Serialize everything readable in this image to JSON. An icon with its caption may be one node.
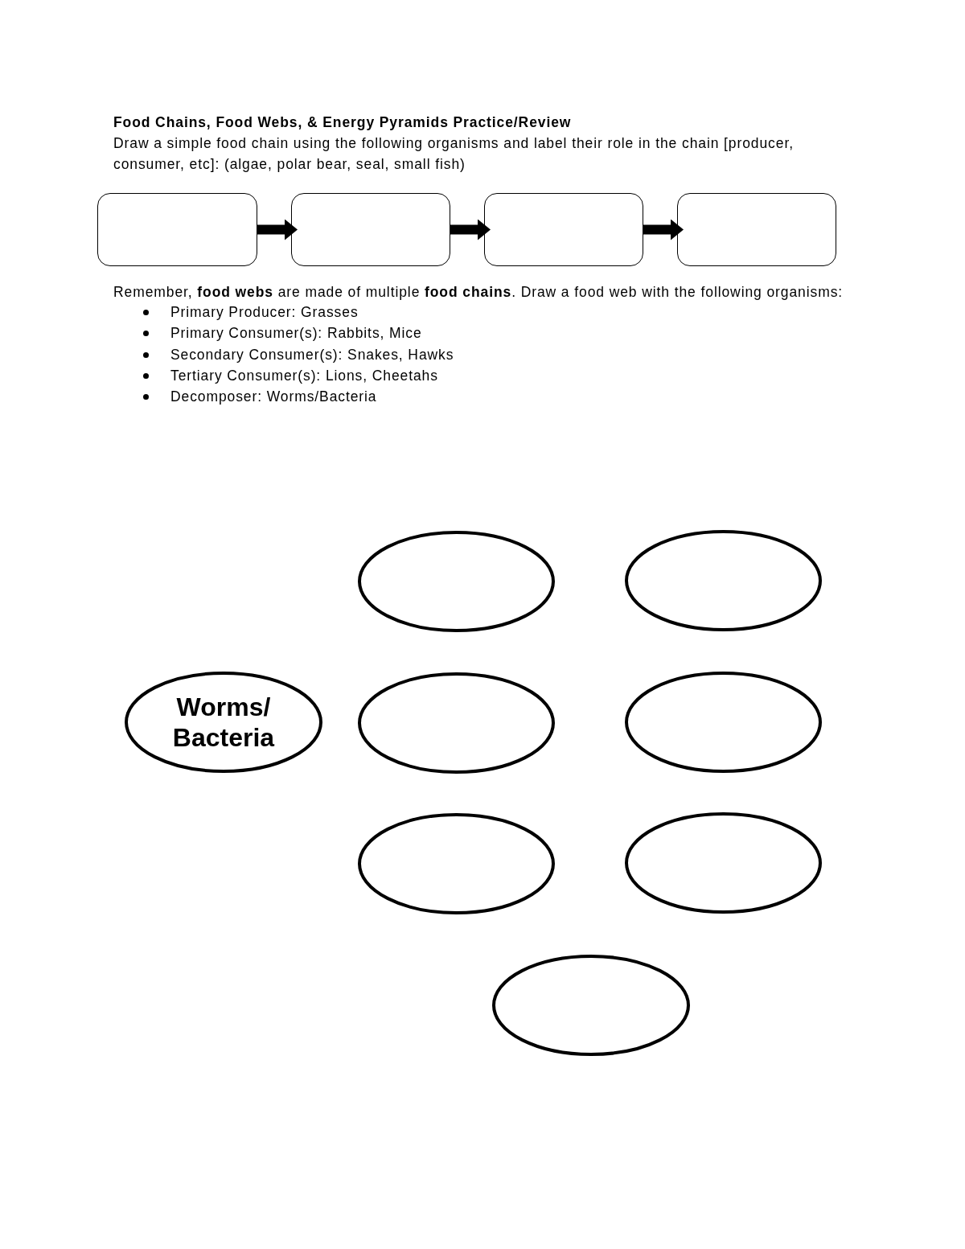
{
  "diagram": {
    "title": "Food Chains, Food Webs, & Energy Pyramids Practice/Review",
    "nodes": [
      {
        "text": [],
        "shape": "box"
      },
      {
        "text": [],
        "shape": "box"
      },
      {
        "text": [],
        "shape": "box"
      },
      {
        "text": [],
        "shape": "box"
      },
      {
        "text": [],
        "shape": "ellipse"
      },
      {
        "text": [],
        "shape": "ellipse"
      },
      {
        "text": [
          "Worms/ Bacteria"
        ]
      },
      {
        "text": [],
        "shape": "ellipse"
      },
      {
        "text": [],
        "shape": "ellipse"
      },
      {
        "text": [],
        "shape": "ellipse"
      },
      {
        "text": [],
        "shape": "ellipse"
      },
      {
        "text": [],
        "shape": "ellipse"
      }
    ],
    "edges": [
      {
        "from": 0,
        "to": 1,
        "arrow": "to"
      },
      {
        "from": 1,
        "to": 2,
        "arrow": "to"
      },
      {
        "from": 2,
        "to": 3,
        "arrow": "to"
      }
    ],
    "labels": [
      "Draw a simple food chain using the following organisms and label their role in the chain [producer, consumer, etc]: (algae, polar bear, seal, small fish)",
      "Remember, **food webs** are made of multiple **food chains**. Draw a food web with the following organisms:",
      "Primary Producer: Grasses",
      "Primary Consumer(s): Rabbits, Mice",
      "Secondary Consumer(s): Snakes, Hawks",
      "Tertiary Consumer(s): Lions, Cheetahs",
      "Decomposer: Worms/Bacteria"
    ]
  }
}
